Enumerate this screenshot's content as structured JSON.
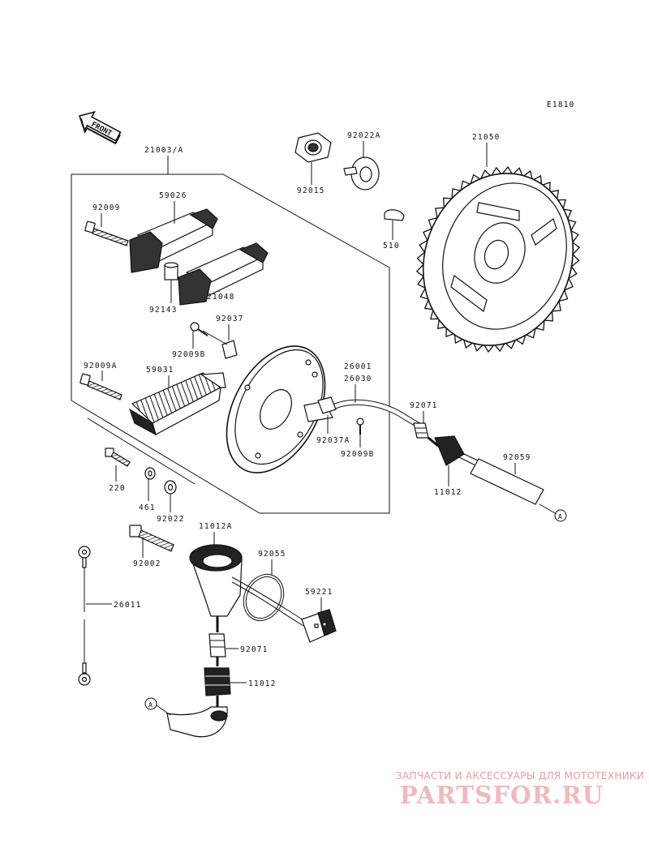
{
  "diagram_code": "E1810",
  "front_label": "FRONT",
  "labels": {
    "p21003A": "21003/A",
    "p92009": "92009",
    "p59026": "59026",
    "p92143": "92143",
    "p21048": "21048",
    "p92037": "92037",
    "p92009B_1": "92009B",
    "p92009A": "92009A",
    "p59031": "59031",
    "p26001": "26001",
    "p26030": "26030",
    "p92037A": "92037A",
    "p92009B_2": "92009B",
    "p220": "220",
    "p461": "461",
    "p92022": "92022",
    "p92015": "92015",
    "p92022A": "92022A",
    "p510": "510",
    "p21050": "21050",
    "p92071_1": "92071",
    "p11012_1": "11012",
    "p92059": "92059",
    "refA_1": "A",
    "p11012A": "11012A",
    "p92002": "92002",
    "p92055": "92055",
    "p26011": "26011",
    "p59221": "59221",
    "p92071_2": "92071",
    "p11012_2": "11012",
    "refA_2": "A"
  },
  "watermark": {
    "top_text": "ЗАПЧАСТИ И АКСЕССУАРЫ ДЛЯ МОТОТЕХНИКИ",
    "logo_text": "PARTSFOR.RU"
  },
  "colors": {
    "line": "#111111",
    "part_fill": "#ffffff",
    "dark": "#1a1a1a",
    "watermark": "#f2b8bd"
  }
}
